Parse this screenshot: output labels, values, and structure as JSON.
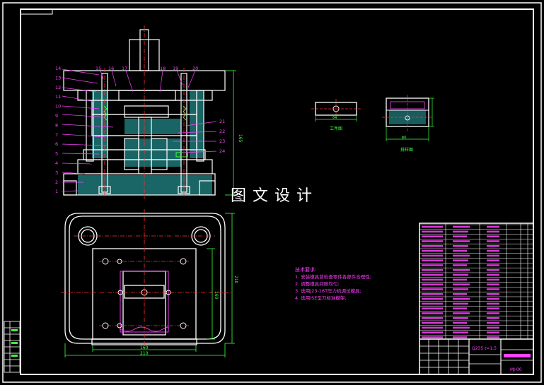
{
  "watermark": "图文设计",
  "callouts_left": [
    "14",
    "13",
    "12",
    "11",
    "10",
    "9",
    "8",
    "7",
    "6",
    "5",
    "4",
    "3",
    "2",
    "1"
  ],
  "callouts_top": [
    "15",
    "16",
    "17",
    "18",
    "19",
    "20"
  ],
  "callouts_right": [
    "21",
    "22",
    "23",
    "24"
  ],
  "dims": {
    "front_height": "165",
    "plan_width_a": "160",
    "plan_width_b": "210",
    "plan_height_a": "160",
    "plan_height_b": "210",
    "work_width": "64",
    "strip_dim": "ϕ6"
  },
  "view_titles": {
    "workpiece": "工件图",
    "strip": "排样图"
  },
  "tech_requirements": {
    "heading": "技术要求:",
    "items": [
      "1. 安装模具前检查零件各部件合理性;",
      "2. 调整模具间隙均匀;",
      "3. 选用J23-16T压力机调试模具;",
      "4. 选用ISE型刀标准模架;"
    ]
  },
  "title_block": {
    "material": "Q235 t=1.5",
    "drawing_no": "MJ-00"
  },
  "colors": {
    "line": "#ffffff",
    "center": "#ff3030",
    "dim": "#3cff3c",
    "leader": "#ff40ff",
    "hatch": "#2fb8b8",
    "accent": "#ff40ff"
  }
}
